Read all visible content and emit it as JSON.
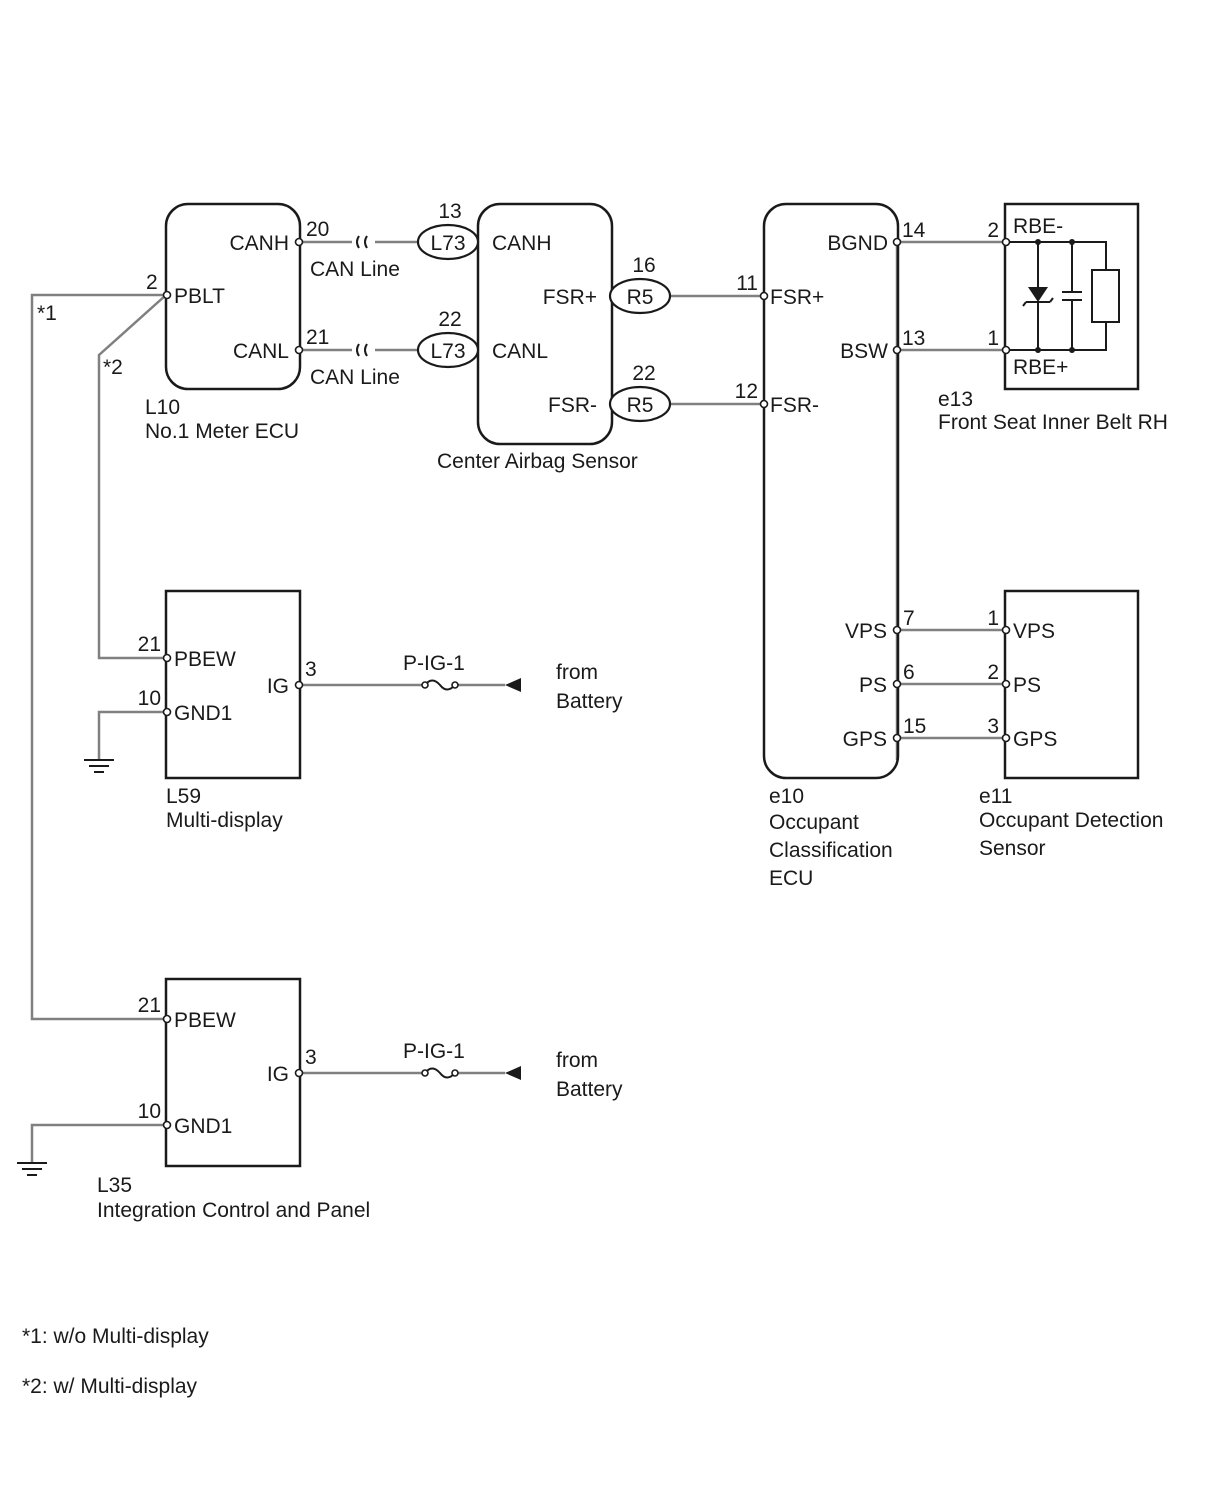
{
  "components": {
    "meter_ecu": {
      "code": "L10",
      "name": "No.1 Meter ECU"
    },
    "airbag_sensor": {
      "name": "Center Airbag Sensor"
    },
    "occupant_ecu": {
      "code": "e10",
      "name_l1": "Occupant",
      "name_l2": "Classification",
      "name_l3": "ECU"
    },
    "seat_belt": {
      "code": "e13",
      "name": "Front Seat Inner Belt RH"
    },
    "detection_sensor": {
      "code": "e11",
      "name_l1": "Occupant Detection",
      "name_l2": "Sensor"
    },
    "multi_display": {
      "code": "L59",
      "name": "Multi-display"
    },
    "integration_panel": {
      "code": "L35",
      "name": "Integration Control and Panel"
    }
  },
  "pins": {
    "canh": "CANH",
    "canl": "CANL",
    "pblt": "PBLT",
    "fsr_plus": "FSR+",
    "fsr_minus": "FSR-",
    "bgnd": "BGND",
    "bsw": "BSW",
    "rbe_minus": "RBE-",
    "rbe_plus": "RBE+",
    "vps": "VPS",
    "ps": "PS",
    "gps": "GPS",
    "pbew": "PBEW",
    "gnd1": "GND1",
    "ig": "IG"
  },
  "pin_numbers": {
    "l10_canh": "20",
    "l10_canl": "21",
    "l10_pblt": "2",
    "l73_canh": "13",
    "l73_canl": "22",
    "r5_fsr_plus": "16",
    "r5_fsr_minus": "22",
    "e10_fsr_plus": "11",
    "e10_fsr_minus": "12",
    "e10_bgnd": "14",
    "e10_bsw": "13",
    "e13_rbe_minus": "2",
    "e13_rbe_plus": "1",
    "e10_vps": "7",
    "e10_ps": "6",
    "e10_gps": "15",
    "e11_vps": "1",
    "e11_ps": "2",
    "e11_gps": "3",
    "l59_pbew": "21",
    "l59_gnd1": "10",
    "l59_ig": "3",
    "l35_pbew": "21",
    "l35_gnd1": "10",
    "l35_ig": "3"
  },
  "connectors": {
    "l73": "L73",
    "r5": "R5"
  },
  "wiring": {
    "can_line": "CAN Line",
    "fuse": "P-IG-1",
    "from": "from",
    "battery": "Battery",
    "mark1": "*1",
    "mark2": "*2"
  },
  "notes": [
    "*1: w/o Multi-display",
    "*2: w/ Multi-display"
  ]
}
